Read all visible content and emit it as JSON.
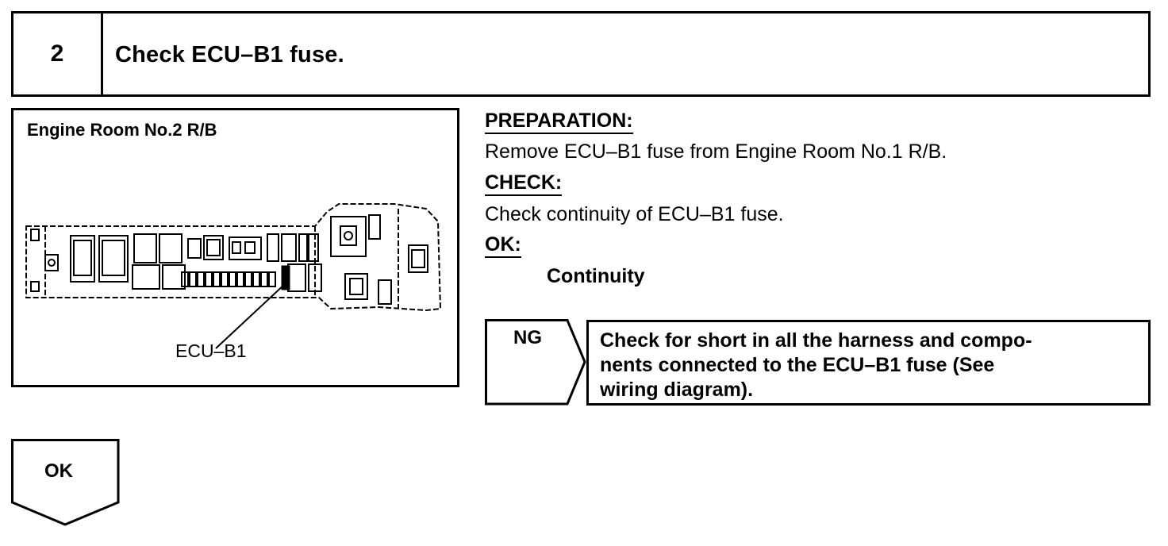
{
  "step": {
    "number": "2",
    "title": "Check ECU–B1 fuse."
  },
  "figure": {
    "title": "Engine Room No.2 R/B",
    "callout": "ECU–B1"
  },
  "preparation": {
    "heading": "PREPARATION:",
    "text": "Remove ECU–B1 fuse from Engine Room No.1 R/B."
  },
  "check": {
    "heading": "CHECK:",
    "text": "Check continuity of ECU–B1 fuse."
  },
  "ok_criteria": {
    "heading": "OK:",
    "result": "Continuity"
  },
  "ng_branch": {
    "label": "NG",
    "line1": "Check for short in all the harness and compo-",
    "line2": "nents connected to the ECU–B1 fuse (See",
    "line3": "wiring diagram)."
  },
  "ok_branch": {
    "label": "OK"
  }
}
